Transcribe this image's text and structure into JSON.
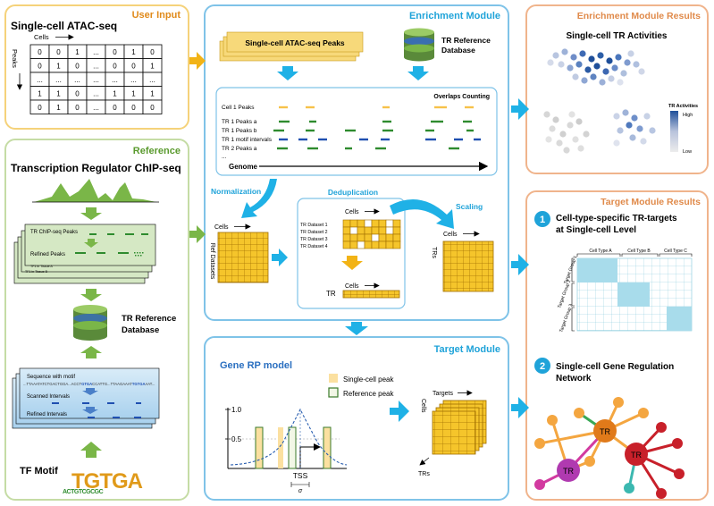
{
  "user_input": {
    "header": "User Input",
    "title": "Single-cell ATAC-seq",
    "cells_label": "Cells",
    "peaks_label": "Peaks",
    "matrix": [
      [
        "0",
        "0",
        "1",
        "...",
        "0",
        "1",
        "0"
      ],
      [
        "0",
        "1",
        "0",
        "...",
        "0",
        "0",
        "1"
      ],
      [
        "...",
        "...",
        "...",
        "...",
        "...",
        "...",
        "..."
      ],
      [
        "1",
        "1",
        "0",
        "...",
        "1",
        "1",
        "1"
      ],
      [
        "0",
        "1",
        "0",
        "...",
        "0",
        "0",
        "0"
      ]
    ]
  },
  "reference": {
    "header": "Reference",
    "title": "Transcription Regulator ChIP-seq",
    "chip_peaks_label": "TR ChIP-seq Peaks",
    "refined_peaks_label": "Refined Peaks",
    "tiny1": "TF1 in Tissue A",
    "tiny2": "TF1 in Tissue B",
    "db_label1": "TR Reference",
    "db_label2": "Database",
    "seq_label": "Sequence with motif",
    "seq_text_a": "...TTAAATATCTGACTGGA...ACCT",
    "seq_text_b": "GTGA",
    "seq_text_c": "CCATTG...TTAAGAAAT",
    "seq_text_d": "TGTGA",
    "seq_text_e": "AAT...",
    "scanned_label": "Scanned Intervals",
    "refined_intervals_label": "Refined Intervals",
    "motif_label": "TF Motif",
    "motif_letters": "TGTGA"
  },
  "enrichment": {
    "header": "Enrichment Module",
    "peaks_box": "Single-cell ATAC-seq Peaks",
    "db_label1": "TR Reference",
    "db_label2": "Database",
    "overlaps_label": "Overlaps Counting",
    "track_labels": [
      "Cell 1 Peaks",
      "TR 1 Peaks a",
      "TR 1 Peaks b",
      "TR 1 motif intervals",
      "TR 2 Peaks a",
      "..."
    ],
    "genome_label": "Genome",
    "normalization_label": "Normalization",
    "deduplication_label": "Deduplication",
    "scaling_label": "Scaling",
    "cells_label": "Cells",
    "ref_datasets_label": "Ref Datasets",
    "datasets": [
      "TR Dataset 1",
      "TR Dataset 2",
      "TR Dataset 3",
      "TR Dataset 4"
    ],
    "tr_label": "TR",
    "trs_label": "TRs"
  },
  "target_module": {
    "header": "Target Module",
    "title": "Gene RP model",
    "legend_sc": "Single-cell peak",
    "legend_ref": "Reference peak",
    "y_top": "1.0",
    "y_mid": "0.5",
    "tss_label": "TSS",
    "sigma_label": "σ",
    "targets_label": "Targets",
    "cells_label": "Cells",
    "trs_label": "TRs"
  },
  "enrichment_results": {
    "header": "Enrichment Module Results",
    "title": "Single-cell TR Activities",
    "legend_title": "TR Activities",
    "legend_high": "High",
    "legend_low": "Low"
  },
  "target_results": {
    "header": "Target Module Results",
    "item1_num": "1",
    "item1_line1": "Cell-type-specific TR-targets",
    "item1_line2": "at Single-cell Level",
    "cell_types": [
      "Cell Type A",
      "Cell Type B",
      "Cell Type C"
    ],
    "target_groups": [
      "Target Group 1",
      "Target Group 2",
      "Target Group 3"
    ],
    "item2_num": "2",
    "item2_line1": "Single-cell Gene Regulation",
    "item2_line2": "Network",
    "tr_node": "TR"
  },
  "colors": {
    "orange_border": "#f5d27a",
    "green_border": "#c5dca5",
    "blue_border": "#7fc3e8",
    "peach_border": "#f0b48c",
    "arrow_orange": "#f2b316",
    "arrow_blue": "#1fb1e6",
    "green_arrow": "#7ab648",
    "peak_yellow": "#f7c24a",
    "peak_green": "#2e8b2e",
    "motif_blue": "#1f4fb0",
    "grid_fill": "#f5c52b",
    "grid_line": "#b07a00"
  }
}
